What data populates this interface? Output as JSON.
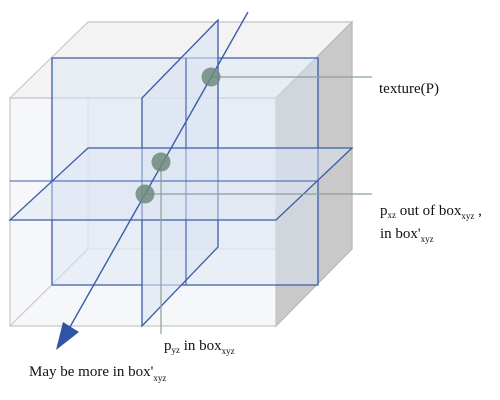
{
  "labels": {
    "texture": "texture(P)",
    "pxz_p": "p",
    "pxz_sub1": "xz",
    "pxz_out": " out of box",
    "pxz_sub2": "xyz",
    "pxz_comma": " ,",
    "pxz_in": "in box'",
    "pxz_sub3": "xyz",
    "pyz_p": "p",
    "pyz_sub1": "yz",
    "pyz_in": " in box",
    "pyz_sub2": "xyz",
    "more": "May be more in box'",
    "more_sub": "xyz"
  },
  "colors": {
    "box_edge": "#c8c8c8",
    "box_side_dark": "#c9c9c9",
    "box_top": "#f4f4f4",
    "plane_stroke": "#3a5da8",
    "plane_fill": "#dbe4f3",
    "ray": "#3a5da8",
    "point": "#6f8a7d",
    "leader": "#8aa09a"
  },
  "icons": {
    "ray_arrow": "arrowhead-icon"
  }
}
